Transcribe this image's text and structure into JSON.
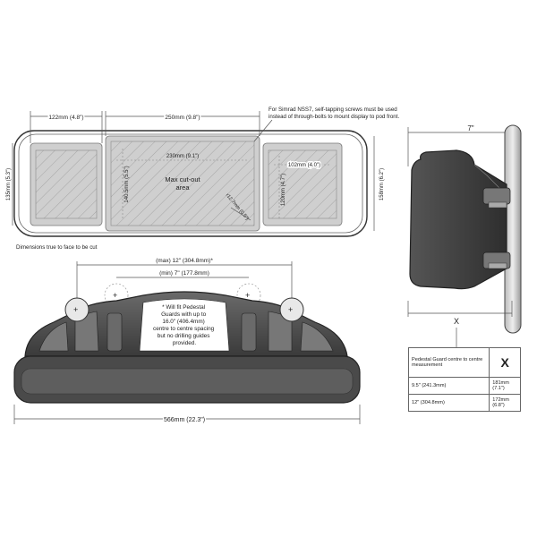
{
  "front_view": {
    "dims": {
      "left_width": "122mm  (4.8\")",
      "center_width": "250mm  (9.8\")",
      "total_height": "135mm  (5.3\")",
      "right_height": "158mm  (6.2\")",
      "cutout_width": "230mm  (9.1\")",
      "cutout_height": "140.5mm  (5.5\")",
      "max_cutout": "Max cut-out area",
      "corner_radius": "r12.7mm  (0.5\")",
      "small_width": "102mm  (4.0\")",
      "small_height": "120mm  (4.7\")"
    },
    "note_simrad": "For Simrad NSS7, self-tapping screws must be used instead of through-bolts to mount display to pod front.",
    "note_true": "Dimensions true to face to be cut"
  },
  "bottom_view": {
    "max_spacing": "(max) 12\"  (304.8mm)*",
    "min_spacing": "(min) 7\"  (177.8mm)",
    "note": "* Will fit Pedestal Guards with up to 16.0\" (406.4mm) centre to centre spacing but no drilling guides provided.",
    "total_width": "566mm  (22.3\")"
  },
  "side_view": {
    "dim_top": "7\"",
    "dim_x": "X"
  },
  "x_table": {
    "header_left": "Pedestal Guard centre to centre measurement",
    "header_right": "X",
    "rows": [
      {
        "guard": "9.5\"  (241.3mm)",
        "x": "181mm  (7.1\")"
      },
      {
        "guard": "12\"  (304.8mm)",
        "x": "172mm  (6.8\")"
      }
    ]
  }
}
